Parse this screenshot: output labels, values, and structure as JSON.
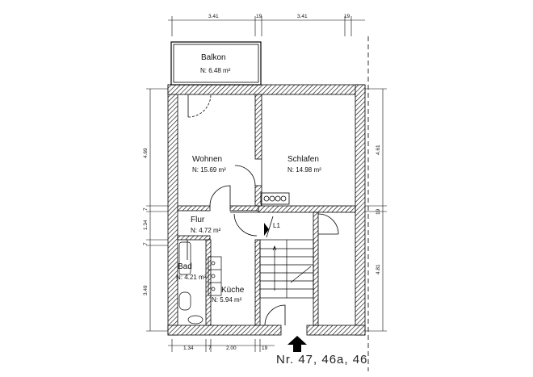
{
  "rooms": {
    "balkon": {
      "name": "Balkon",
      "area": "N:  6.48  m²"
    },
    "wohnen": {
      "name": "Wohnen",
      "area": "N:  15.69  m²"
    },
    "schlafen": {
      "name": "Schlafen",
      "area": "N:  14.98  m²"
    },
    "flur": {
      "name": "Flur",
      "area": "N:  4.72  m²"
    },
    "bad": {
      "name": "Bad",
      "area": "N:  4.21 m²"
    },
    "kueche": {
      "name": "Küche",
      "area": "N:  5.94  m²"
    }
  },
  "stair_label": "L1",
  "address": "Nr. 47, 46a, 46",
  "dimensions": {
    "top": [
      "3.41",
      "19",
      "3.41",
      "19"
    ],
    "left": [
      "4.69",
      "7",
      "1.34",
      "7",
      "3.49"
    ],
    "right": [
      "4.61",
      "19",
      "4.81"
    ],
    "bottom": [
      "1.34",
      "7",
      "2.00",
      "19"
    ]
  },
  "colors": {
    "wall_hatch": "#000000",
    "background": "#ffffff"
  }
}
